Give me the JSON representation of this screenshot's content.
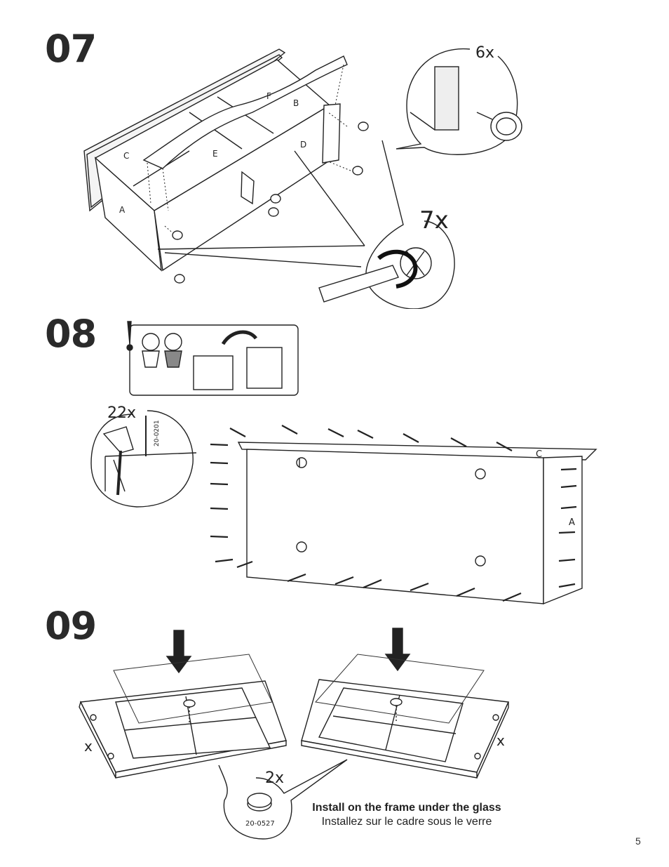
{
  "steps": [
    {
      "number": "07",
      "quantities": [
        "6x",
        "7x"
      ],
      "part_labels": [
        "F",
        "B",
        "C",
        "E",
        "D",
        "A"
      ]
    },
    {
      "number": "08",
      "quantities": [
        "22x"
      ],
      "screw_code": "20-0201",
      "part_labels": [
        "C",
        "A"
      ]
    },
    {
      "number": "09",
      "quantities": [
        "2x",
        "x",
        "x"
      ],
      "bumper_code": "20-0527",
      "caption_en": "Install on the frame under the glass",
      "caption_fr": "Installez sur le cadre sous le verre"
    }
  ],
  "page_number": "5"
}
